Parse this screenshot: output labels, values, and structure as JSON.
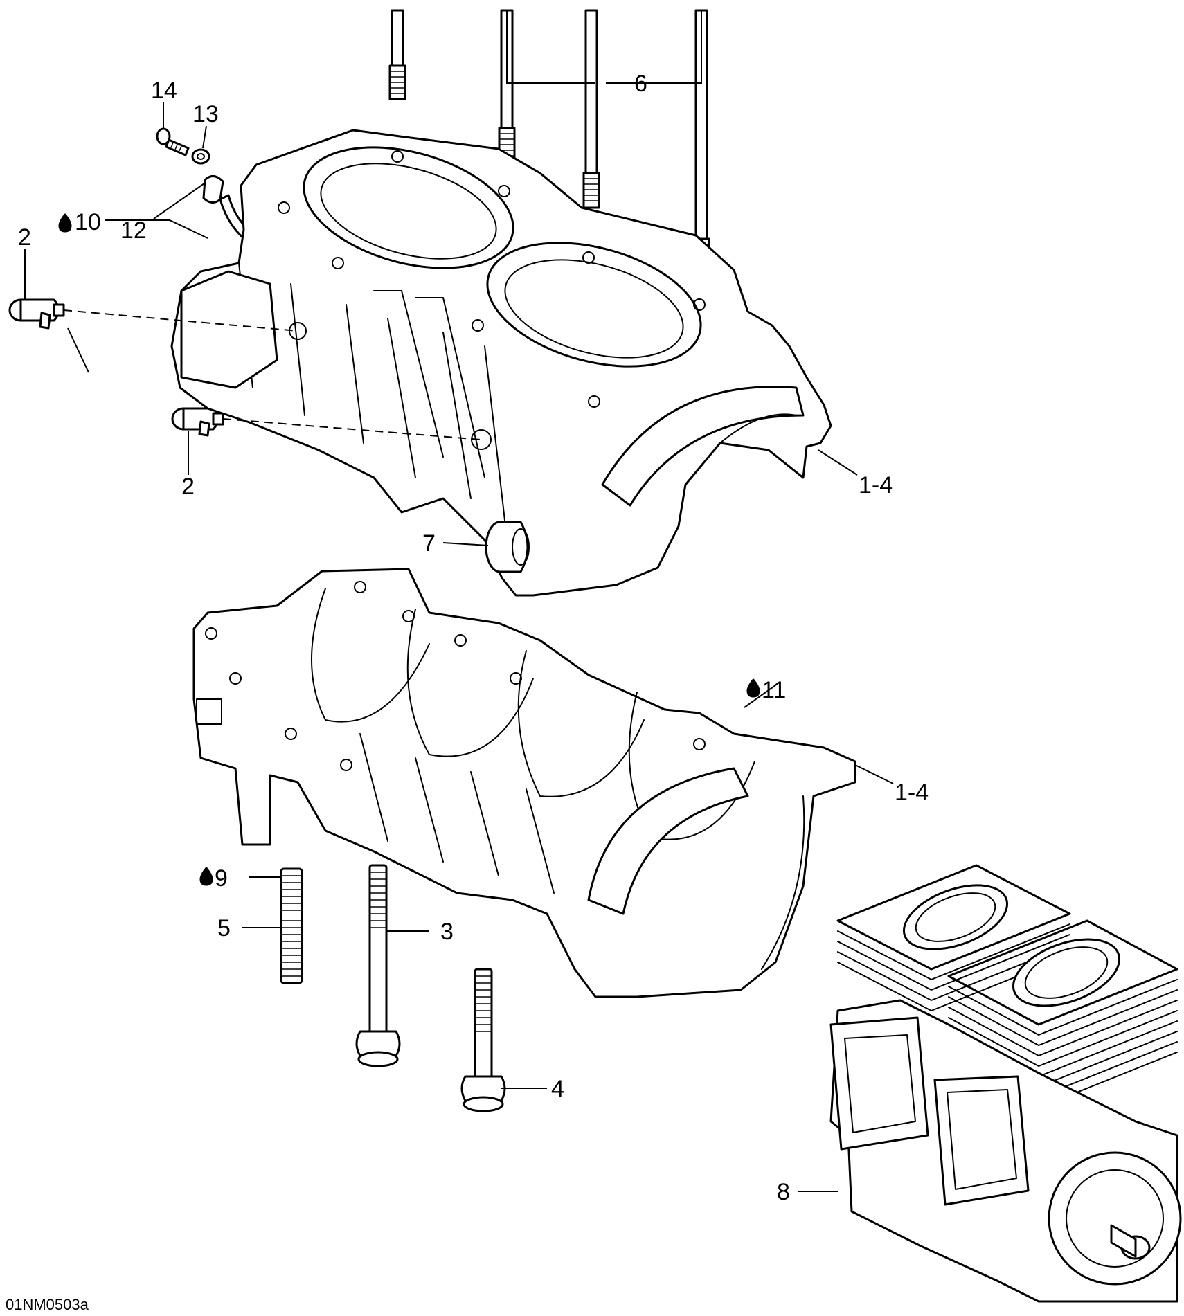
{
  "callouts": {
    "c14": "14",
    "c13": "13",
    "c12": "12",
    "c2_top": "2",
    "c10": "10",
    "c2_bottom": "2",
    "c6": "6",
    "c1_4_top": "1-4",
    "c7": "7",
    "c11": "11",
    "c1_4_bottom": "1-4",
    "c9": "9",
    "c5": "5",
    "c3": "3",
    "c4": "4",
    "c8": "8"
  },
  "figure_code": "01NM0503a",
  "icons": {
    "oil_drop": "oil-drop-icon"
  }
}
